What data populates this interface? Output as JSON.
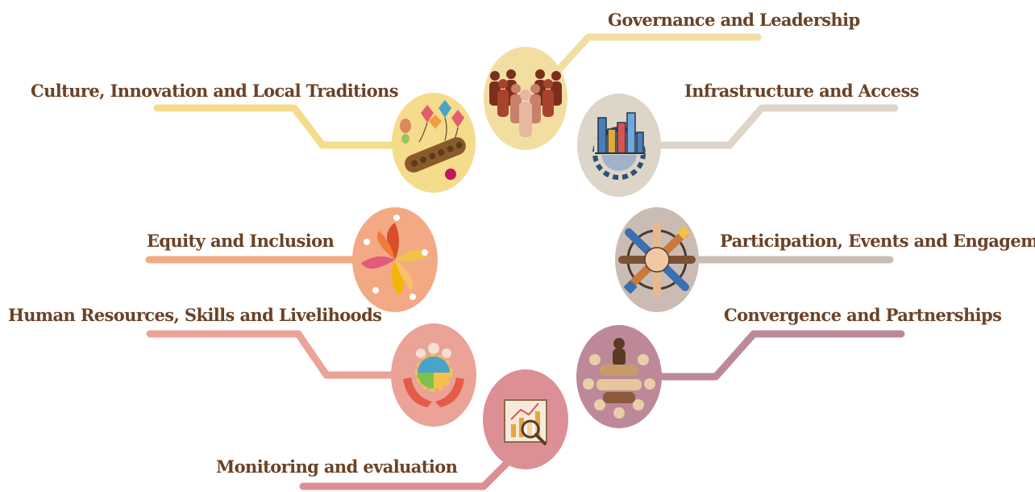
{
  "labels": {
    "governance": "Governance and Leadership",
    "culture": "Culture, Innovation and Local Traditions",
    "infrastructure": "Infrastructure and Access",
    "equity": "Equity and Inclusion",
    "participation": "Participation, Events and Engagement",
    "human_resources": "Human Resources, Skills and Livelihoods",
    "convergence": "Convergence and Partnerships",
    "monitoring": "Monitoring and evaluation"
  },
  "icons": {
    "governance": "people-group-icon",
    "culture": "kites-and-board-game-icon",
    "infrastructure": "city-gear-icon",
    "equity": "pinwheel-people-icon",
    "participation": "joined-hands-icon",
    "human_resources": "hands-holding-gear-icon",
    "convergence": "circle-of-people-icon",
    "monitoring": "chart-magnifier-icon"
  },
  "colors": {
    "label_text": "#6b4226",
    "governance": "#f3dea2",
    "culture": "#f5dc8d",
    "infrastructure": "#ddd6c8",
    "equity": "#f3a983",
    "participation": "#cbbcb3",
    "human_resources": "#eba297",
    "convergence": "#bd8999",
    "monitoring": "#dd8f96"
  }
}
